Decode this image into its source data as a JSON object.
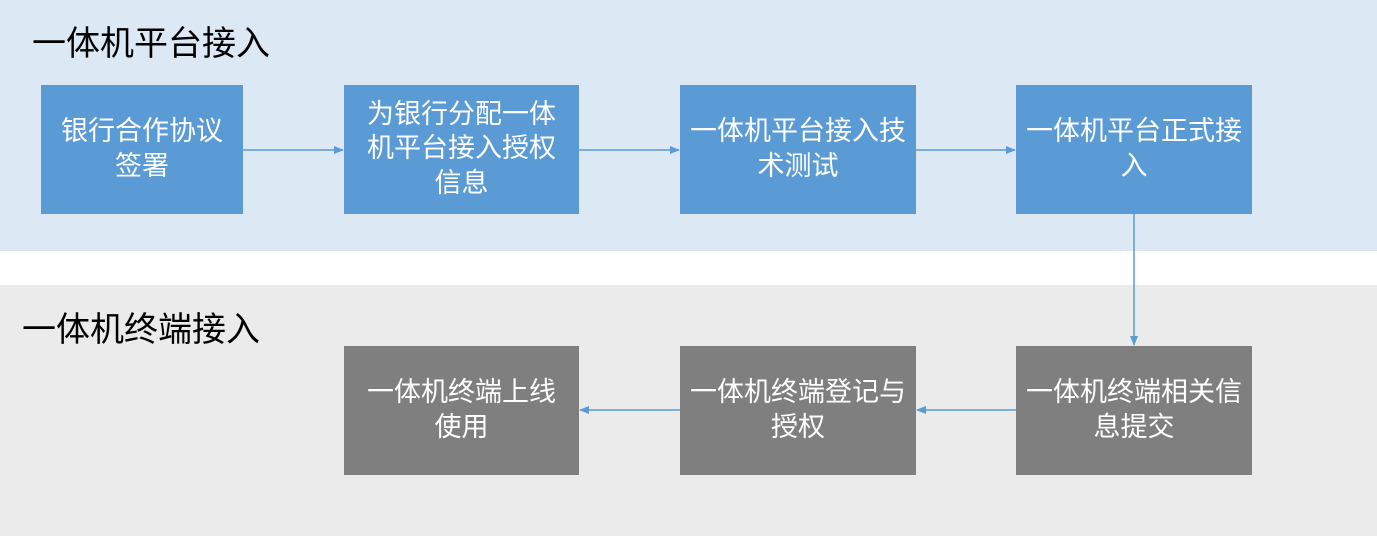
{
  "colors": {
    "top_band": "#dde8f5",
    "bottom_band": "#ebebeb",
    "blue_box": "#5b9bd5",
    "gray_box": "#7f7f7f",
    "arrow": "#5b9bd5"
  },
  "platform_section": {
    "title": "一体机平台接入",
    "steps": [
      {
        "label": "银行合作协议签署"
      },
      {
        "label": "为银行分配一体机平台接入授权信息"
      },
      {
        "label": "一体机平台接入技术测试"
      },
      {
        "label": "一体机平台正式接入"
      }
    ]
  },
  "terminal_section": {
    "title": "一体机终端接入",
    "steps": [
      {
        "label": "一体机终端相关信息提交"
      },
      {
        "label": "一体机终端登记与授权"
      },
      {
        "label": "一体机终端上线使用"
      }
    ]
  }
}
